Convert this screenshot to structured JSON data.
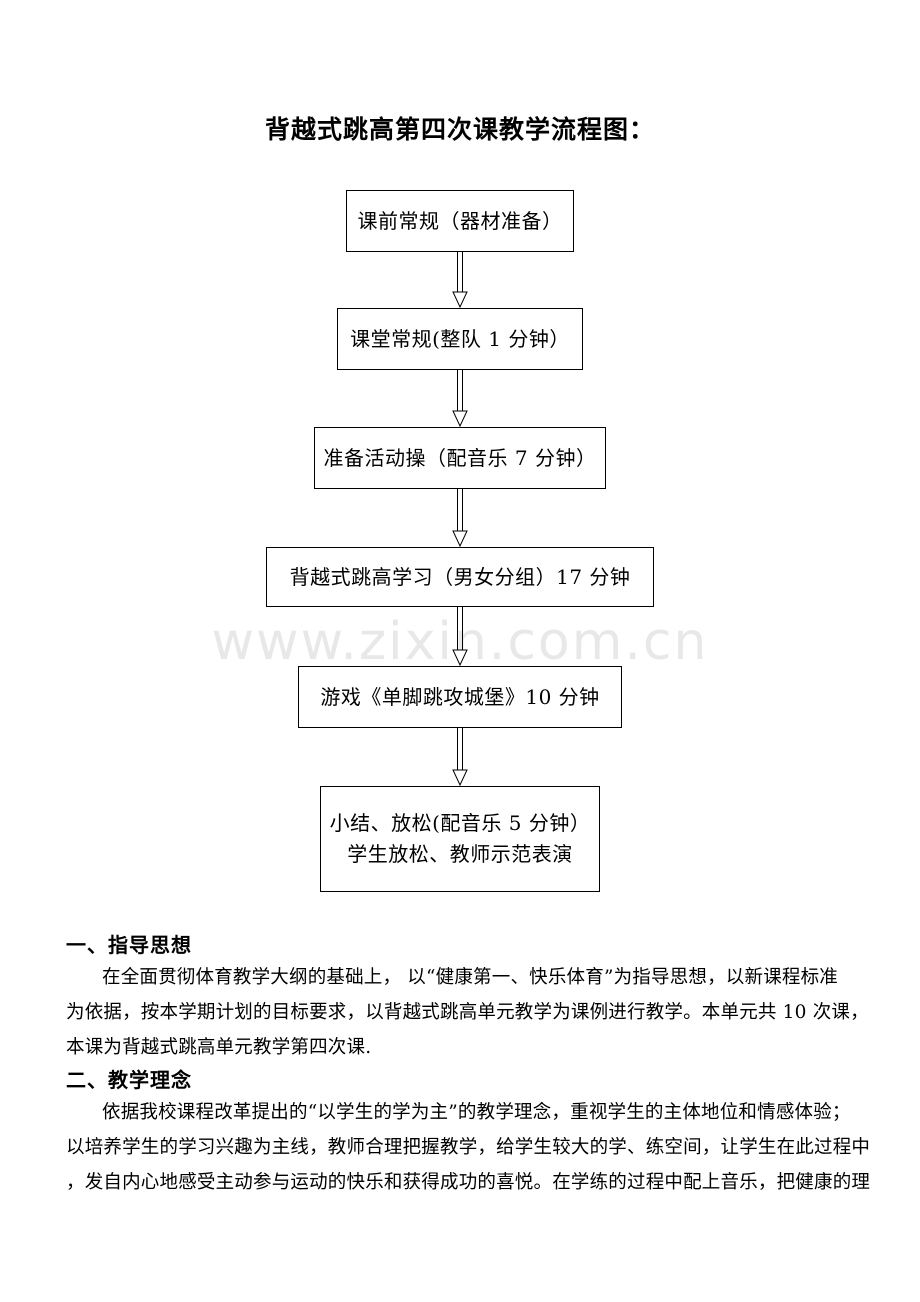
{
  "document": {
    "title": "背越式跳高第四次课教学流程图：",
    "watermark": "www.zixin.com.cn"
  },
  "flowchart": {
    "type": "vertical-flow",
    "connector": "hollow-block-arrow-down",
    "steps": [
      {
        "id": "step-1",
        "lines": [
          "课前常规（器材准备）"
        ]
      },
      {
        "id": "step-2",
        "lines": [
          "课堂常规(整队 1 分钟）"
        ]
      },
      {
        "id": "step-3",
        "lines": [
          "准备活动操（配音乐 7 分钟）"
        ]
      },
      {
        "id": "step-4",
        "lines": [
          "背越式跳高学习（男女分组）17 分钟"
        ]
      },
      {
        "id": "step-5",
        "lines": [
          "游戏《单脚跳攻城堡》10 分钟"
        ]
      },
      {
        "id": "step-6",
        "lines": [
          "小结、放松(配音乐 5 分钟）",
          "学生放松、教师示范表演"
        ]
      }
    ]
  },
  "sections": [
    {
      "heading": "一、指导思想",
      "lines": [
        "在全面贯彻体育教学大纲的基础上， 以“健康第一、快乐体育”为指导思想，以新课程标准",
        "为依据，按本学期计划的目标要求，以背越式跳高单元教学为课例进行教学。本单元共 10 次课，",
        "本课为背越式跳高单元教学第四次课."
      ]
    },
    {
      "heading": "二、教学理念",
      "lines": [
        "依据我校课程改革提出的“以学生的学为主”的教学理念，重视学生的主体地位和情感体验；",
        "以培养学生的学习兴趣为主线，教师合理把握教学，给学生较大的学、练空间，让学生在此过程中",
        "，发自内心地感受主动参与运动的快乐和获得成功的喜悦。在学练的过程中配上音乐，把健康的理"
      ]
    }
  ]
}
